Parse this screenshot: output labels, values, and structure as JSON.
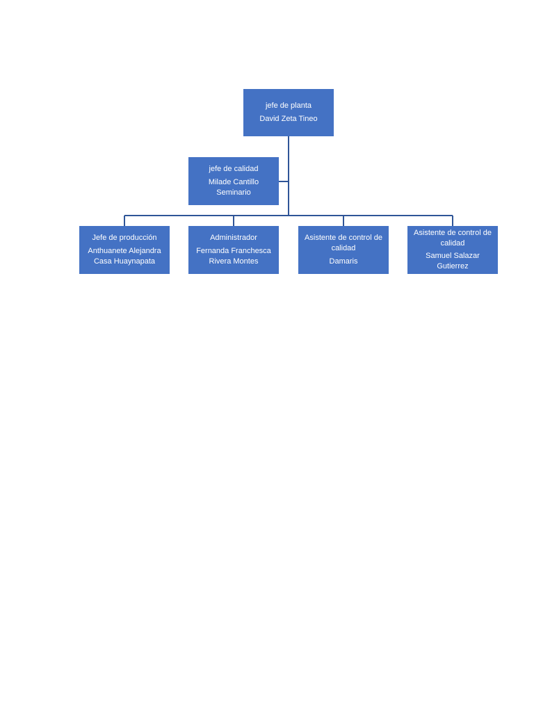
{
  "colors": {
    "box_fill": "#4472C4",
    "box_text": "#FFFFFF",
    "connector": "#2F5597"
  },
  "org_chart": {
    "root": {
      "role": "jefe de planta",
      "name": "David Zeta Tineo"
    },
    "assistant": {
      "role": "jefe de calidad",
      "name": "Milade Cantillo Seminario"
    },
    "children": [
      {
        "role": "Jefe de producción",
        "name": "Anthuanete Alejandra Casa Huaynapata"
      },
      {
        "role": "Administrador",
        "name": "Fernanda Franchesca Rivera Montes"
      },
      {
        "role": "Asistente de control de calidad",
        "name": "Damaris"
      },
      {
        "role": "Asistente de control de calidad",
        "name": "Samuel Salazar Gutierrez"
      }
    ]
  }
}
